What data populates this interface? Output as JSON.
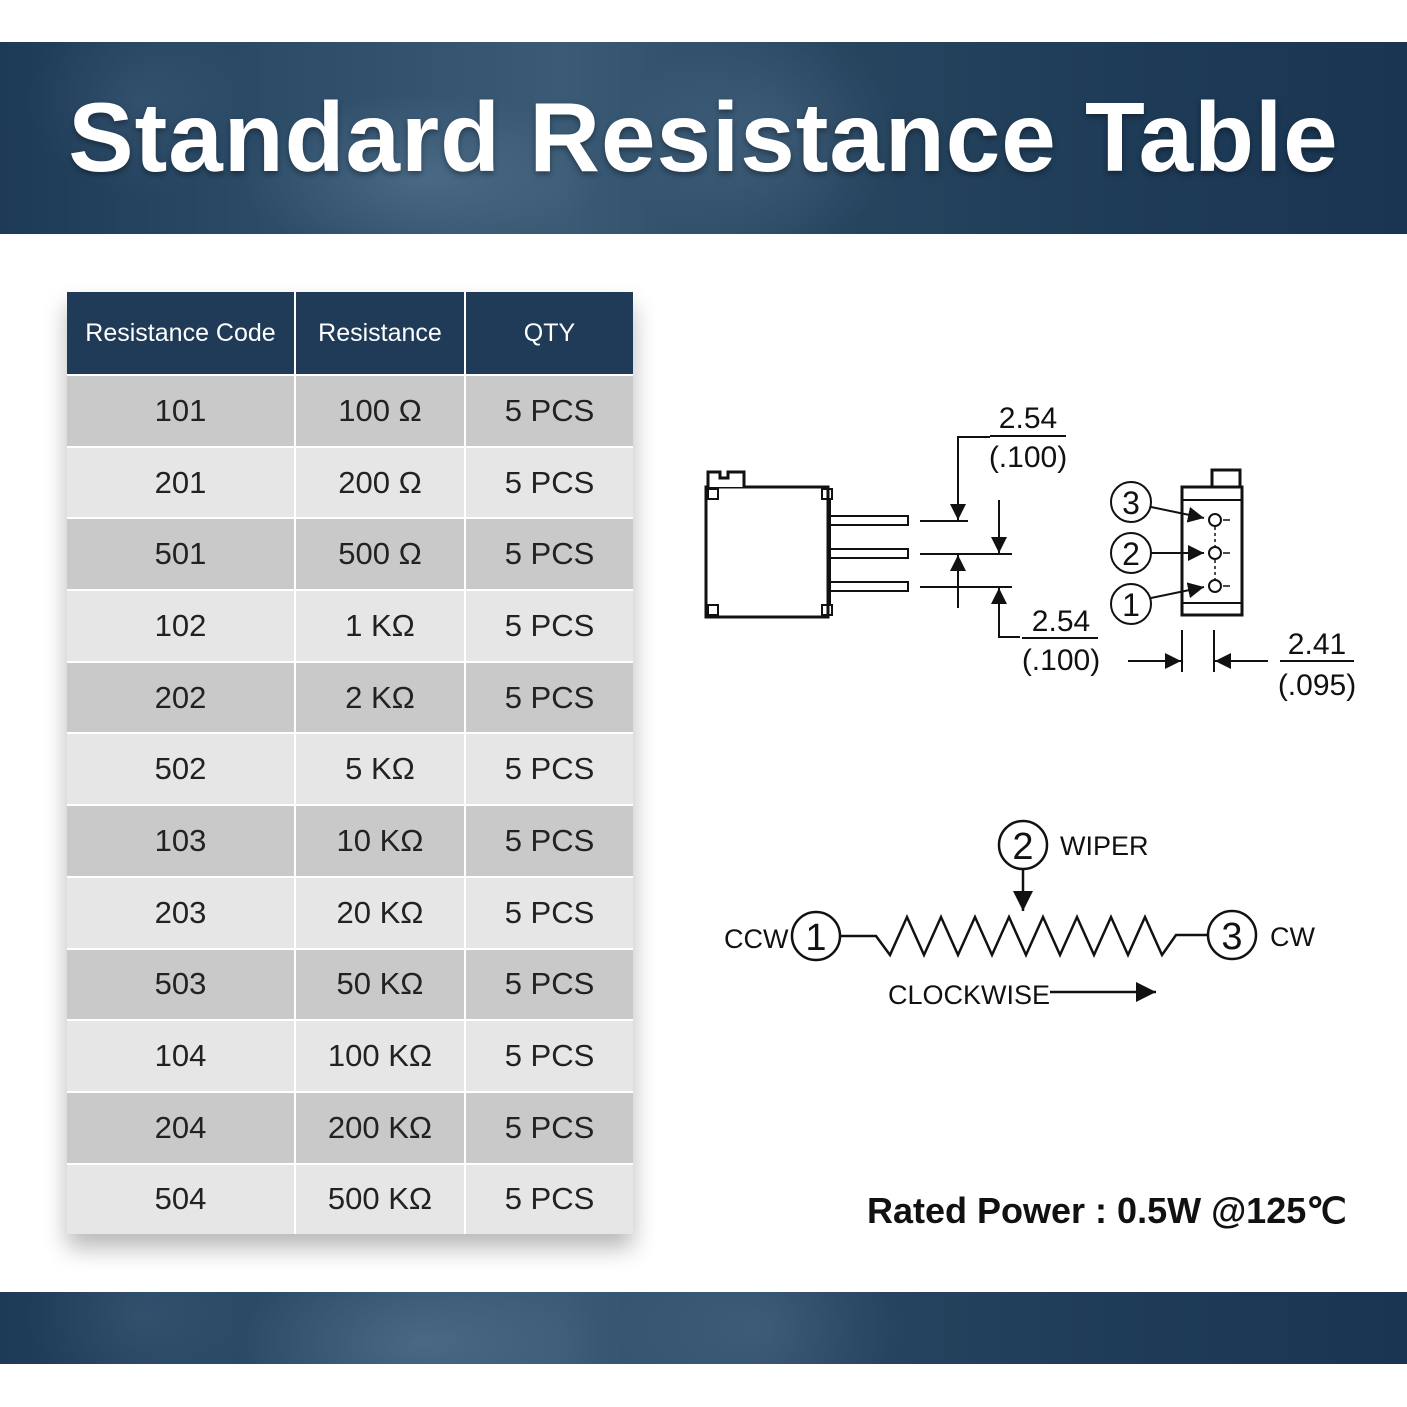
{
  "header": {
    "title": "Standard Resistance Table"
  },
  "table": {
    "columns": [
      "Resistance Code",
      "Resistance",
      "QTY"
    ],
    "rows": [
      [
        "101",
        "100 Ω",
        "5 PCS"
      ],
      [
        "201",
        "200 Ω",
        "5 PCS"
      ],
      [
        "501",
        "500 Ω",
        "5 PCS"
      ],
      [
        "102",
        "1 KΩ",
        "5 PCS"
      ],
      [
        "202",
        "2 KΩ",
        "5 PCS"
      ],
      [
        "502",
        "5 KΩ",
        "5 PCS"
      ],
      [
        "103",
        "10 KΩ",
        "5 PCS"
      ],
      [
        "203",
        "20 KΩ",
        "5 PCS"
      ],
      [
        "503",
        "50 KΩ",
        "5 PCS"
      ],
      [
        "104",
        "100 KΩ",
        "5 PCS"
      ],
      [
        "204",
        "200 KΩ",
        "5 PCS"
      ],
      [
        "504",
        "500 KΩ",
        "5 PCS"
      ]
    ]
  },
  "dimensions": {
    "pitch_top": {
      "mm": "2.54",
      "inch": "(.100)"
    },
    "pitch_bottom": {
      "mm": "2.54",
      "inch": "(.100)"
    },
    "width": {
      "mm": "2.41",
      "inch": "(.095)"
    }
  },
  "pins": [
    "3",
    "2",
    "1"
  ],
  "schematic": {
    "wiper_pin": "2",
    "wiper_label": "WIPER",
    "ccw_pin": "1",
    "ccw_label": "CCW",
    "cw_pin": "3",
    "cw_label": "CW",
    "direction_label": "CLOCKWISE"
  },
  "footer": {
    "rated_power": "Rated Power : 0.5W @125℃"
  }
}
